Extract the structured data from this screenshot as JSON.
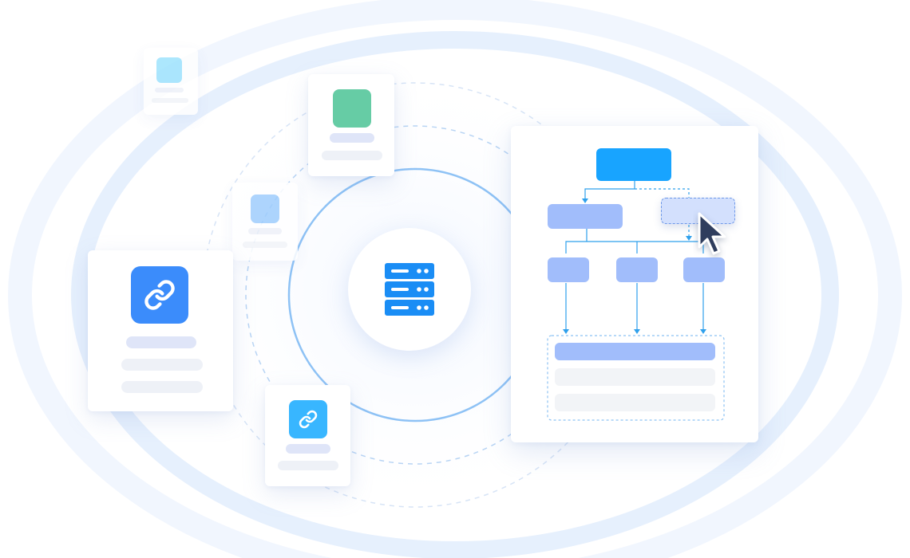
{
  "colors": {
    "primary": "#18a4ff",
    "node": "#a1bdfb",
    "node_light": "#d3e0fd",
    "line": "#2fa0ec",
    "green": "#66cca5",
    "cyan_light": "#9ee3fd",
    "blue_light": "#9fcdfd",
    "link_blue": "#3b8cfb",
    "link_cyan": "#38b6ff",
    "placeholder": "#dfe5f8",
    "placeholder_gray": "#f2f4f7",
    "cursor": "#2f3d5d"
  },
  "icons": {
    "hub": "server-stack-icon",
    "large_card": "link-icon",
    "small_card": "link-icon",
    "pointer": "mouse-cursor-icon"
  },
  "cards": [
    {
      "name": "card-top-left-faint",
      "tile_color": "cyan_light",
      "lines": 2
    },
    {
      "name": "card-top-green",
      "tile_color": "green",
      "lines": 2
    },
    {
      "name": "card-mid-faint",
      "tile_color": "blue_light",
      "lines": 2
    },
    {
      "name": "card-link-large",
      "tile_color": "link_blue",
      "icon": "link-icon",
      "lines": 3
    },
    {
      "name": "card-link-small",
      "tile_color": "link_cyan",
      "icon": "link-icon",
      "lines": 2
    }
  ],
  "flowchart": {
    "root": "primary-node",
    "level1": [
      "node-left",
      "node-dashed-selected"
    ],
    "level2": [
      "node-a",
      "node-b",
      "node-c"
    ],
    "output_group": [
      "output-highlight",
      "output-row",
      "output-row"
    ]
  }
}
